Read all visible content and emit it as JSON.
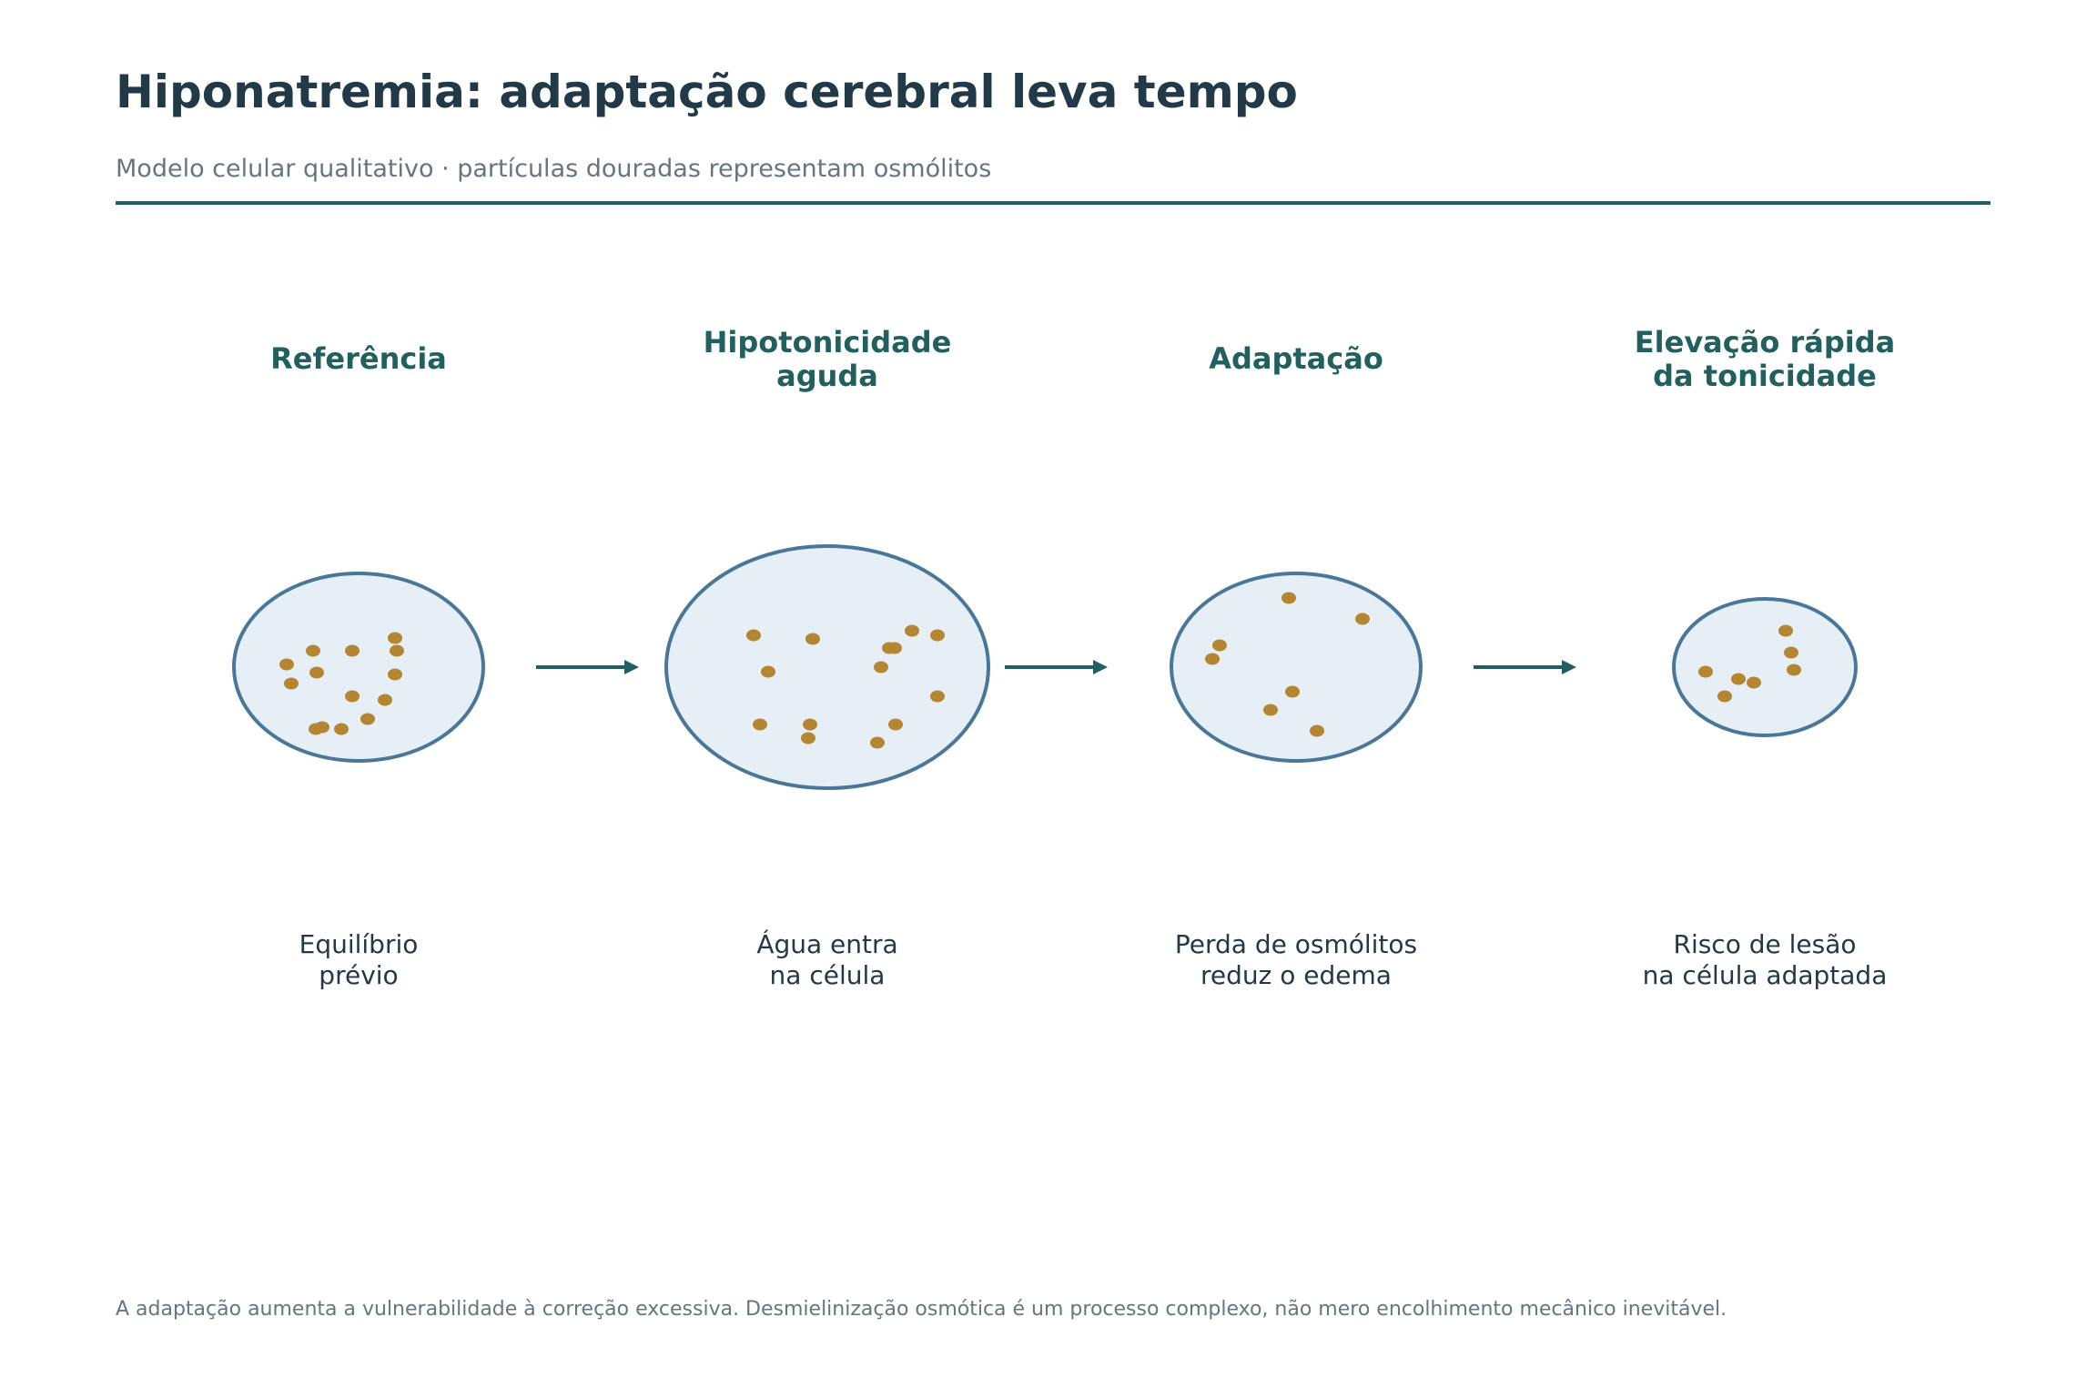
{
  "header": {
    "title": "Hiponatremia: adaptação cerebral leva tempo",
    "subtitle": "Modelo celular qualitativo · partículas douradas representam osmólitos"
  },
  "stages": [
    {
      "title": "Referência",
      "caption": "Equilíbrio\nprévio",
      "particles": [
        [
          -79,
          -3
        ],
        [
          -50,
          -18
        ],
        [
          -7,
          -18
        ],
        [
          40,
          -32
        ],
        [
          42,
          -18
        ],
        [
          -74,
          18
        ],
        [
          -46,
          6
        ],
        [
          40,
          8
        ],
        [
          -7,
          32
        ],
        [
          29,
          36
        ],
        [
          -40,
          66
        ],
        [
          -47,
          68
        ],
        [
          -19,
          68
        ],
        [
          10,
          57
        ]
      ]
    },
    {
      "title": "Hipotonicidade\naguda",
      "caption": "Água entra\nna célula",
      "particles": [
        [
          -81,
          -35
        ],
        [
          -16,
          -31
        ],
        [
          93,
          -40
        ],
        [
          121,
          -35
        ],
        [
          68,
          -21
        ],
        [
          74,
          -21
        ],
        [
          -65,
          5
        ],
        [
          59,
          0
        ],
        [
          121,
          32
        ],
        [
          -74,
          63
        ],
        [
          -19,
          63
        ],
        [
          75,
          63
        ],
        [
          -21,
          78
        ],
        [
          55,
          83
        ]
      ]
    },
    {
      "title": "Adaptação",
      "caption": "Perda de osmólitos\nreduz o edema",
      "particles": [
        [
          -8,
          -76
        ],
        [
          73,
          -53
        ],
        [
          -84,
          -24
        ],
        [
          -92,
          -9
        ],
        [
          -4,
          27
        ],
        [
          -28,
          47
        ],
        [
          23,
          70
        ]
      ]
    },
    {
      "title": "Elevação rápida\nda tonicidade",
      "caption": "Risco de lesão\nna célula adaptada",
      "particles": [
        [
          23,
          -40
        ],
        [
          29,
          -16
        ],
        [
          32,
          3
        ],
        [
          -65,
          5
        ],
        [
          -29,
          13
        ],
        [
          -12,
          17
        ],
        [
          -44,
          32
        ]
      ]
    }
  ],
  "footnote": "A adaptação aumenta a vulnerabilidade à correção excessiva. Desmielinização osmótica é um processo complexo, não mero encolhimento mecânico inevitável.",
  "colors": {
    "title": "#223a47",
    "accent": "#22605f",
    "cell_fill": "#e7eff6",
    "cell_stroke": "#4a7799",
    "osmolyte": "#b48632"
  }
}
